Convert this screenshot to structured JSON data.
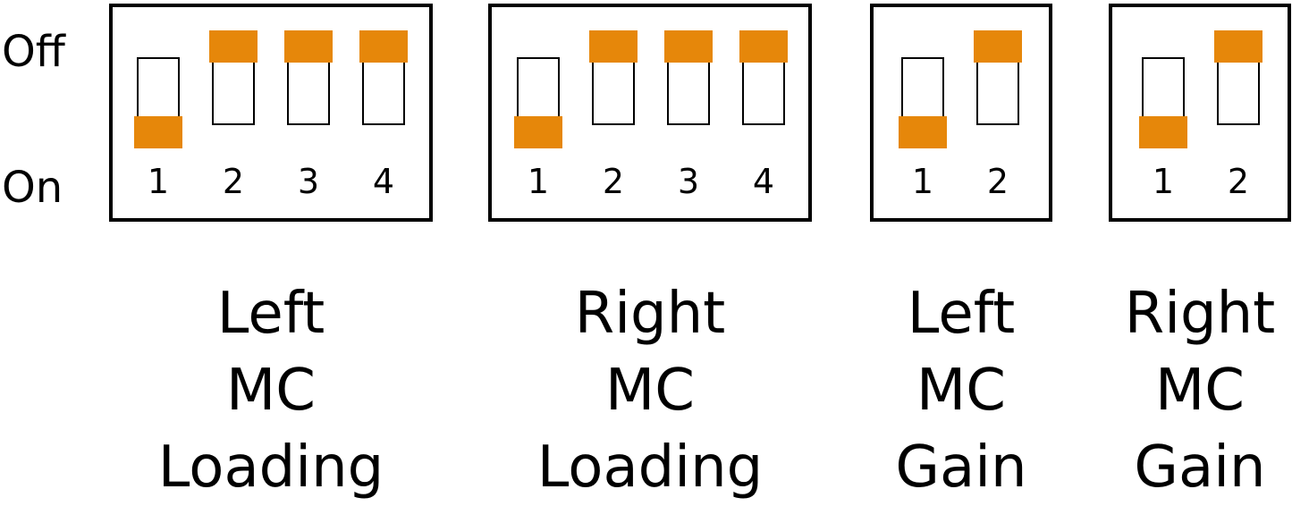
{
  "axis": {
    "off_label": "Off",
    "on_label": "On"
  },
  "colors": {
    "switch_cap": "#e6870a",
    "outline": "#000000"
  },
  "banks": [
    {
      "caption": [
        "Left",
        "MC",
        "Loading"
      ],
      "switches": [
        {
          "label": "1",
          "state": "on"
        },
        {
          "label": "2",
          "state": "off"
        },
        {
          "label": "3",
          "state": "off"
        },
        {
          "label": "4",
          "state": "off"
        }
      ]
    },
    {
      "caption": [
        "Right",
        "MC",
        "Loading"
      ],
      "switches": [
        {
          "label": "1",
          "state": "on"
        },
        {
          "label": "2",
          "state": "off"
        },
        {
          "label": "3",
          "state": "off"
        },
        {
          "label": "4",
          "state": "off"
        }
      ]
    },
    {
      "caption": [
        "Left",
        "MC",
        "Gain"
      ],
      "switches": [
        {
          "label": "1",
          "state": "on"
        },
        {
          "label": "2",
          "state": "off"
        }
      ]
    },
    {
      "caption": [
        "Right",
        "MC",
        "Gain"
      ],
      "switches": [
        {
          "label": "1",
          "state": "on"
        },
        {
          "label": "2",
          "state": "off"
        }
      ]
    }
  ]
}
